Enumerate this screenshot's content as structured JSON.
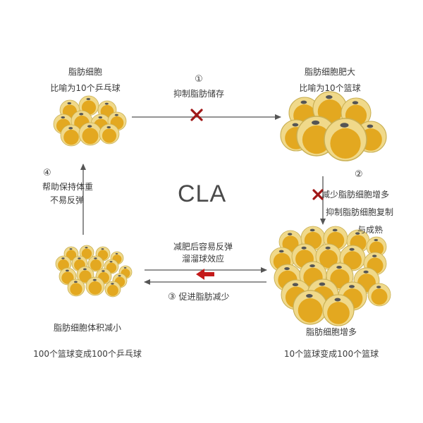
{
  "colors": {
    "cell_fill": "#f0d98a",
    "cell_stroke": "#c9b055",
    "nucleus": "#e3a820",
    "dot": "#555555",
    "arrow": "#555555",
    "x_mark": "#a01818",
    "red_arrow": "#c41a1a",
    "text": "#3a3a3a"
  },
  "nodes": {
    "tl": {
      "line1": "脂肪细胞",
      "line2": "比喻为10个乒乓球"
    },
    "tr": {
      "line1": "脂肪细胞肥大",
      "line2": "比喻为10个篮球"
    },
    "bl": {
      "line1": "脂肪细胞体积减小",
      "line2": "100个篮球变成100个乒乓球"
    },
    "br": {
      "line1": "脂肪细胞增多",
      "line2": "10个篮球变成100个篮球"
    }
  },
  "steps": {
    "s1": {
      "num": "①",
      "label": "抑制脂肪储存"
    },
    "s2": {
      "num": "②",
      "line1": "减少脂肪细胞增多",
      "line2": "抑制脂肪细胞复制",
      "line3": "与成熟"
    },
    "s3": {
      "num": "③",
      "label": "促进脂肪减少"
    },
    "s4": {
      "num": "④",
      "line1": "帮助保持体重",
      "line2": "不易反弹"
    }
  },
  "rebound": {
    "line1": "减肥后容易反弹",
    "line2": "溜溜球效应"
  },
  "center_label": "CLA",
  "icons": {
    "block": "x-mark-icon",
    "rebound": "red-arrow-left-icon"
  }
}
